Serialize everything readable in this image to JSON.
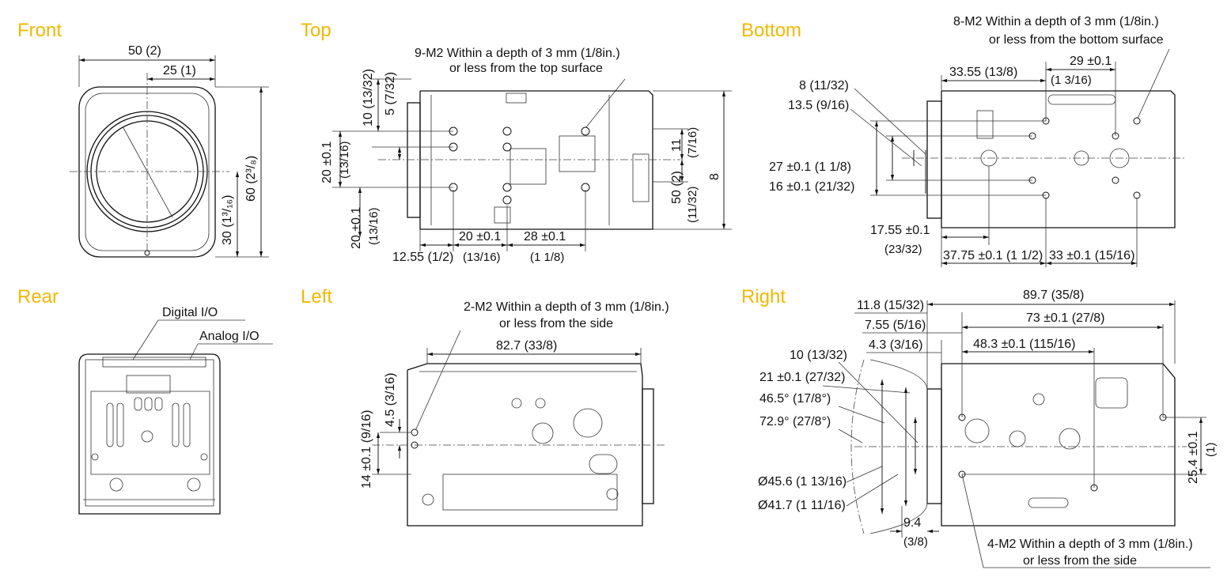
{
  "views": {
    "front": {
      "title": "Front",
      "dims": [
        "50 (2)",
        "25 (1)",
        "60 (2³/₈)",
        "30 (1³/₁₆)"
      ]
    },
    "top": {
      "title": "Top",
      "note_line1": "9-M2  Within a depth of 3 mm (1/8in.)",
      "note_line2": "or less from the top surface",
      "dims": [
        "10 (13/32)",
        "5 (7/32)",
        "20 ±0.1",
        "(13/16)",
        "20 ±0.1",
        "(13/16)",
        "11",
        "(7/16)",
        "50 (2)",
        "8",
        "(11/32)",
        "12.55 (1/2)",
        "20 ±0.1",
        "(13/16)",
        "28 ±0.1",
        "(1 1/8)"
      ]
    },
    "bottom": {
      "title": "Bottom",
      "note_line1": "8-M2  Within a depth of 3 mm (1/8in.)",
      "note_line2": "or less from the bottom surface",
      "dims": [
        "33.55 (13/8)",
        "29 ±0.1",
        "(1 3/16)",
        "8 (11/32)",
        "13.5 (9/16)",
        "27 ±0.1 (1 1/8)",
        "16 ±0.1 (21/32)",
        "17.55 ±0.1",
        "(23/32)",
        "37.75 ±0.1 (1 1/2)",
        "33 ±0.1 (15/16)"
      ]
    },
    "rear": {
      "title": "Rear",
      "labels": [
        "Digital I/O",
        "Analog I/O"
      ]
    },
    "left": {
      "title": "Left",
      "note_line1": "2-M2  Within a depth of 3 mm (1/8in.)",
      "note_line2": "or less from the side",
      "dims": [
        "82.7 (33/8)",
        "4.5 (3/16)",
        "14 ±0.1 (9/16)"
      ]
    },
    "right": {
      "title": "Right",
      "note_line1": "4-M2  Within a depth of 3 mm (1/8in.)",
      "note_line2": "or less from the side",
      "dims": [
        "11.8 (15/32)",
        "89.7 (35/8)",
        "7.55 (5/16)",
        "73 ±0.1 (27/8)",
        "4.3 (3/16)",
        "48.3 ±0.1 (115/16)",
        "10 (13/32)",
        "21 ±0.1 (27/32)",
        "46.5° (17/8°)",
        "72.9° (27/8°)",
        "Ø45.6 (1 13/16)",
        "Ø41.7 (1 11/16)",
        "9.4",
        "(3/8)",
        "25.4 ±0.1",
        "(1)"
      ]
    }
  }
}
